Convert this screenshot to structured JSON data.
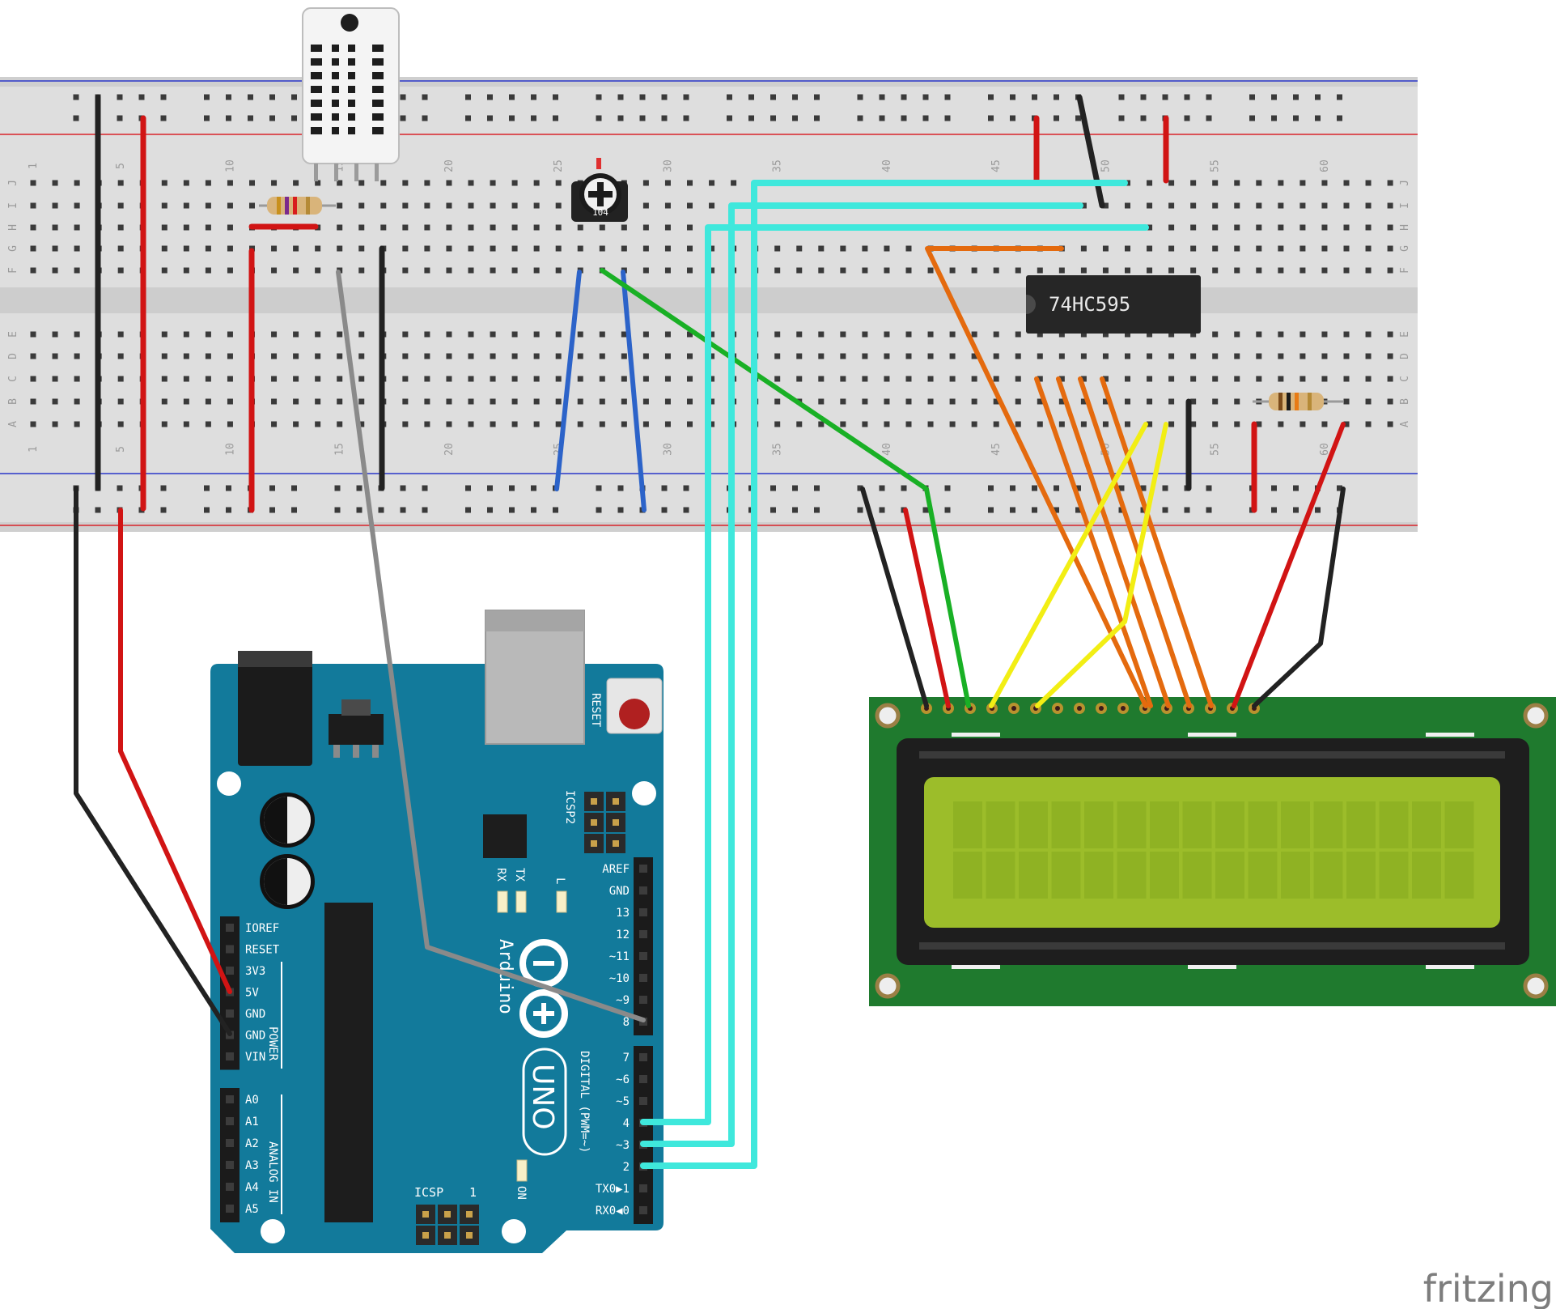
{
  "breadboard": {
    "column_numbers": [
      "1",
      "5",
      "10",
      "15",
      "20",
      "25",
      "30",
      "35",
      "40",
      "45",
      "50",
      "55",
      "60"
    ],
    "row_letters_top": [
      "J",
      "I",
      "H",
      "G",
      "F"
    ],
    "row_letters_bottom": [
      "E",
      "D",
      "C",
      "B",
      "A"
    ]
  },
  "chip": {
    "label": "74HC595"
  },
  "potentiometer": {
    "label": "104"
  },
  "arduino": {
    "brand": "Arduino",
    "model": "UNO",
    "reset_label": "RESET",
    "icsp2_label": "ICSP2",
    "icsp_label": "ICSP",
    "icsp_pin1": "1",
    "led_labels": {
      "tx": "TX",
      "rx": "RX",
      "l": "L",
      "on": "ON"
    },
    "digital_header_label": "DIGITAL (PWM=~)",
    "power_label": "POWER",
    "analog_label": "ANALOG IN",
    "power_pins": [
      "IOREF",
      "RESET",
      "3V3",
      "5V",
      "GND",
      "GND",
      "VIN"
    ],
    "analog_pins": [
      "A0",
      "A1",
      "A2",
      "A3",
      "A4",
      "A5"
    ],
    "digital_pins_top": [
      "AREF",
      "GND",
      "13",
      "12",
      "~11",
      "~10",
      "~9",
      "8"
    ],
    "digital_pins_bottom": [
      "7",
      "~6",
      "~5",
      "4",
      "~3",
      "2",
      "TX0▶1",
      "RX0◀0"
    ]
  },
  "lcd": {
    "columns": 16,
    "rows": 2,
    "pin_count": 16
  },
  "watermark": "fritzing",
  "colors": {
    "breadboard": "#dedede",
    "hole": "#3a3a3a",
    "rail_red": "#d8242a",
    "rail_blue": "#2a37c8",
    "arduino": "#127a9b",
    "lcd_pcb": "#1f7a2e",
    "lcd_screen": "#9cbd2a",
    "wire_black": "#222222",
    "wire_red": "#d11414",
    "wire_cyan": "#3fe8dc",
    "wire_blue": "#2c63c9",
    "wire_green": "#19b025",
    "wire_orange": "#e46a0e",
    "wire_yellow": "#f2ee14",
    "wire_gray": "#8a8a8a"
  }
}
